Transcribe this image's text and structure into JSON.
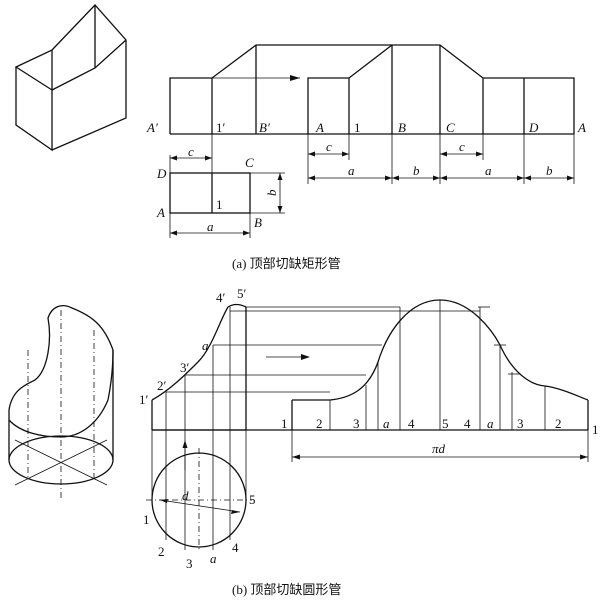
{
  "caption_a": "(a) 顶部切缺矩形管",
  "caption_b": "(b) 顶部切缺圆形管",
  "labels_a": {
    "A_prime": "A′",
    "one_prime": "1′",
    "B_prime": "B′",
    "A": "A",
    "one": "1",
    "B": "B",
    "C": "C",
    "D": "D",
    "A_end": "A",
    "dim_c1": "c",
    "dim_c2": "c",
    "dim_a1": "a",
    "dim_b1": "b",
    "dim_a2": "a",
    "dim_b2": "b",
    "plan_c": "c",
    "plan_C": "C",
    "plan_D": "D",
    "plan_A": "A",
    "plan_B": "B",
    "plan_one": "1",
    "plan_b": "b",
    "plan_a": "a"
  },
  "labels_b": {
    "p1": "1′",
    "p2": "2′",
    "p3": "3′",
    "p4": "4′",
    "p5": "5′",
    "a_elev": "a",
    "s1": "1",
    "s2": "2",
    "s3": "3",
    "sa1": "a",
    "s4": "4",
    "s5": "5",
    "s4b": "4",
    "sa2": "a",
    "s3b": "3",
    "s2b": "2",
    "s1b": "1",
    "pid": "πd",
    "c1": "1",
    "c2": "2",
    "c3": "3",
    "ca": "a",
    "c4": "4",
    "c5": "5",
    "cd": "d"
  }
}
